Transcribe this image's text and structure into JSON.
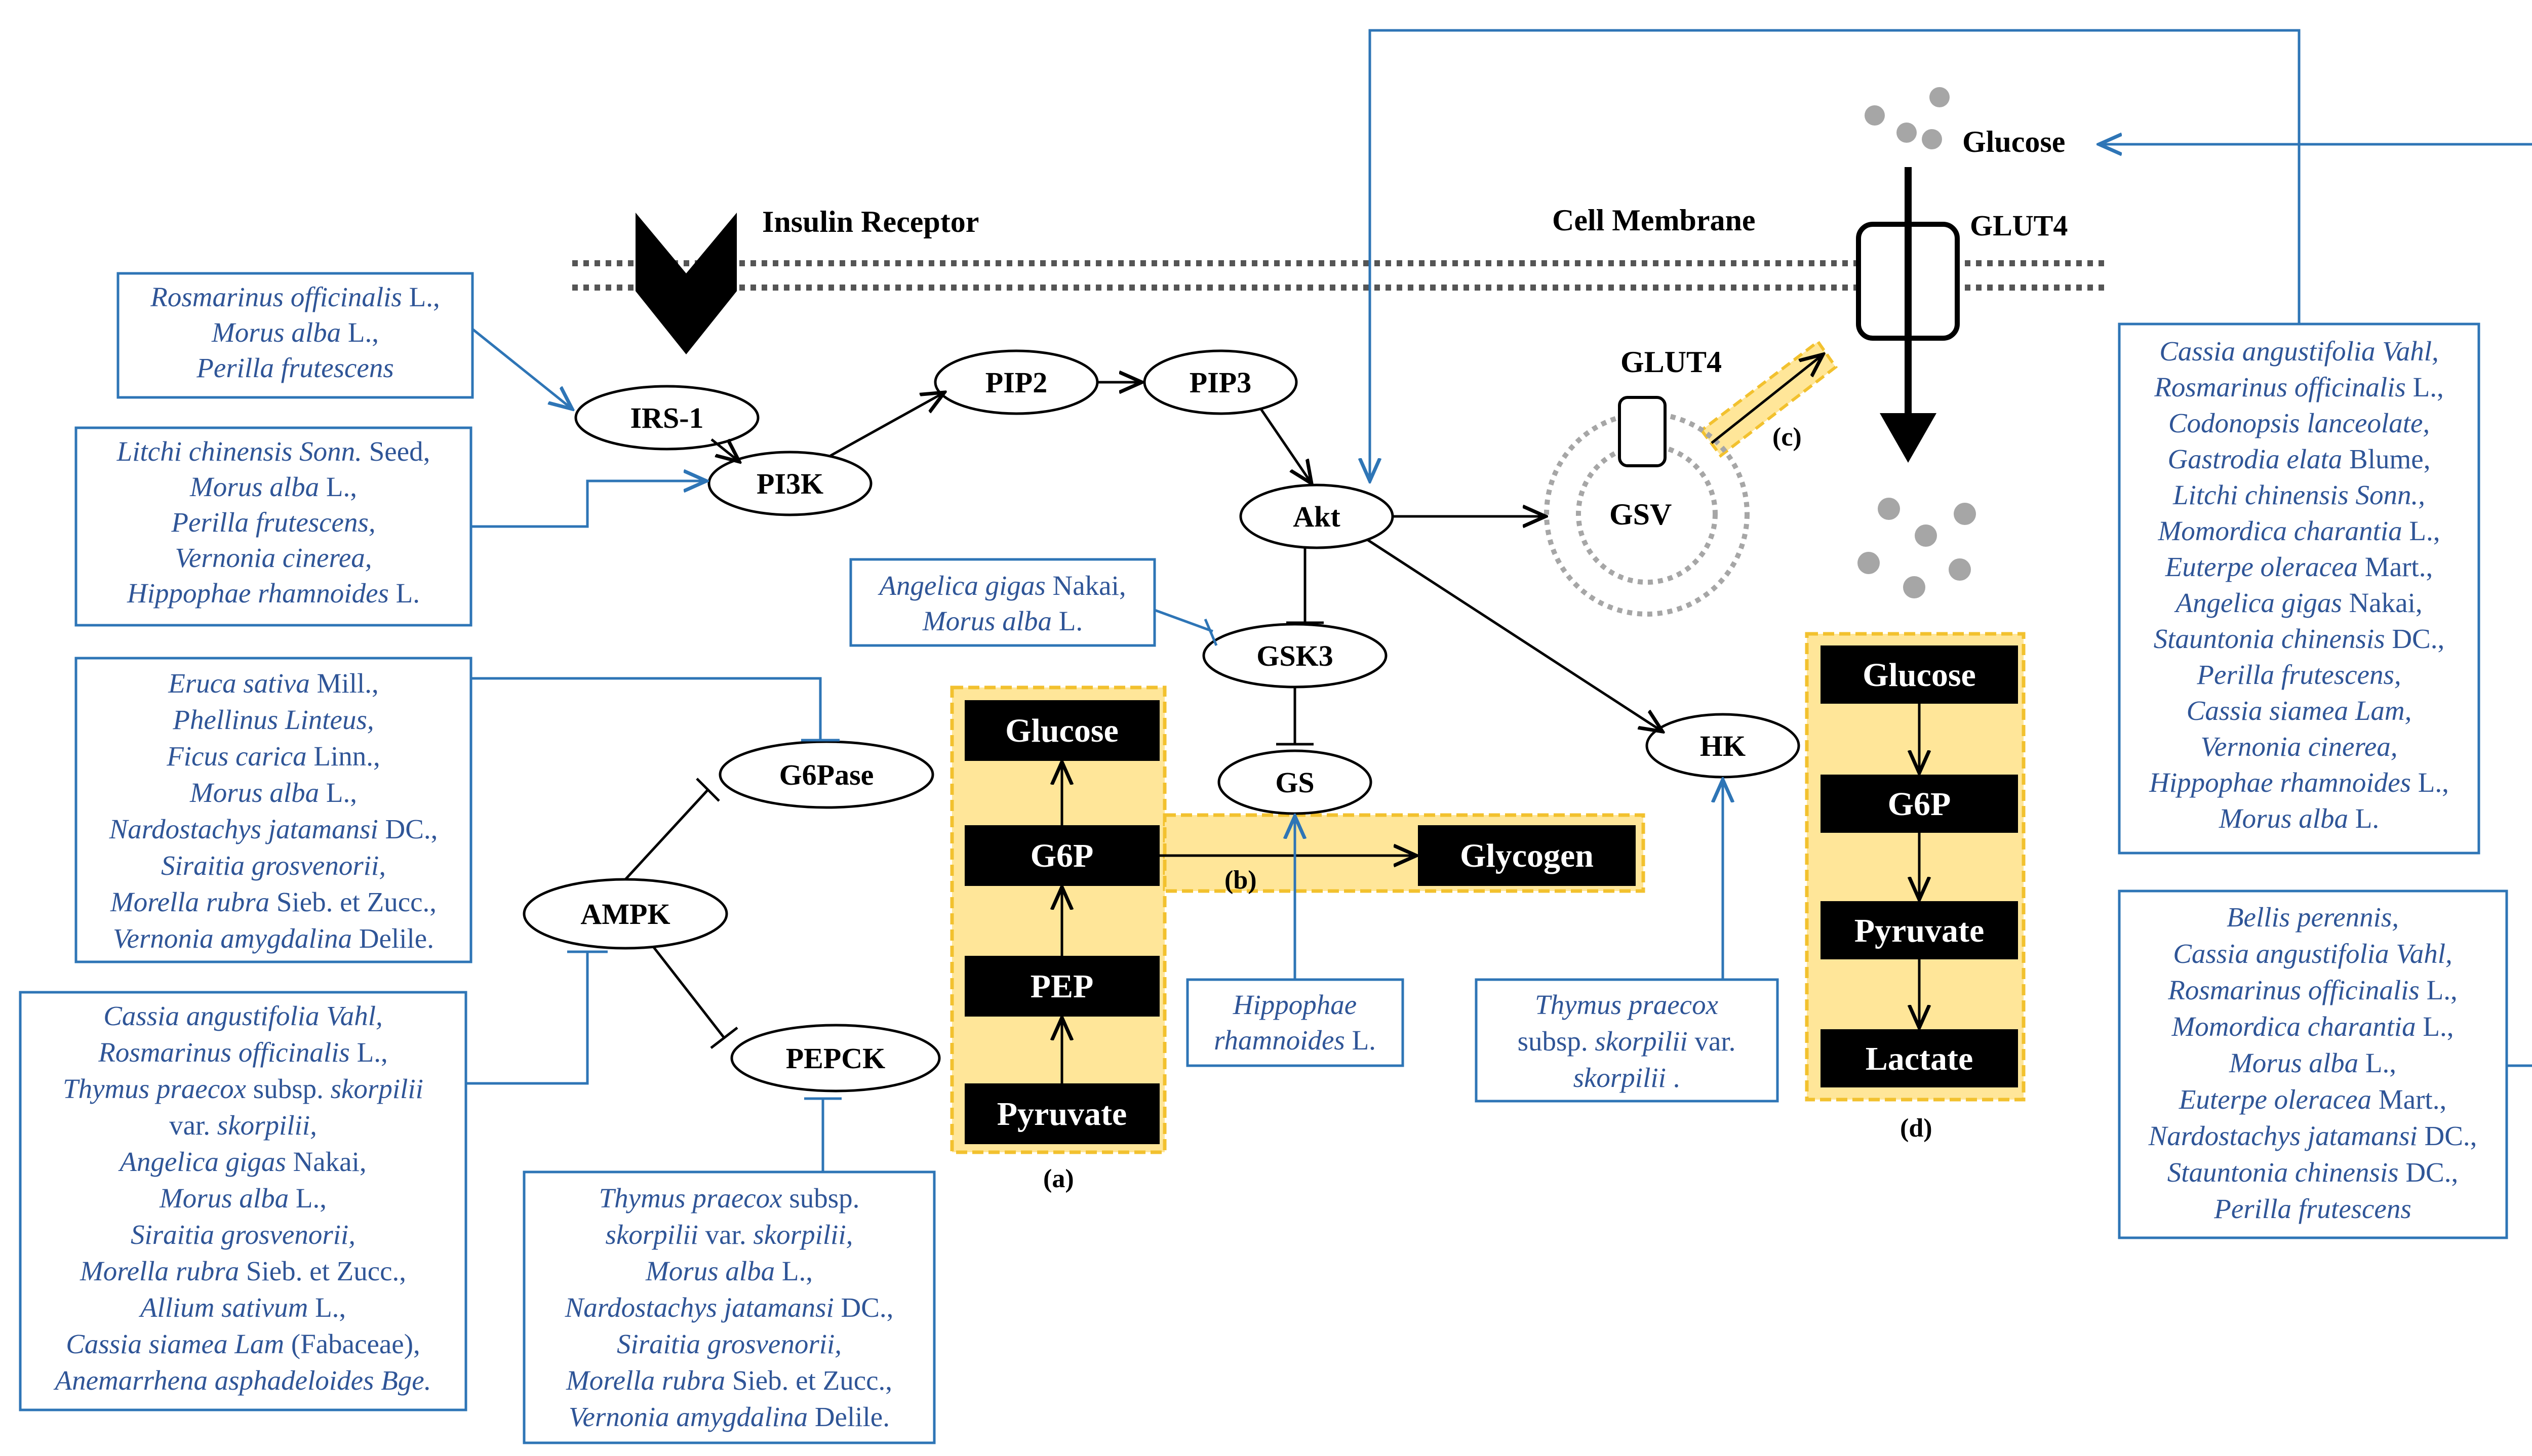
{
  "colors": {
    "plant_text": "#2f5597",
    "arrow_blue": "#2e75b6",
    "highlight": "#ffe699",
    "highlight_border": "#f2c12e",
    "black_box": "#000000",
    "membrane": "#555555",
    "gsv_dots": "#a6a6a6",
    "glucose_dots": "#a6a6a6"
  },
  "labels": {
    "insulin_receptor": "Insulin Receptor",
    "cell_membrane": "Cell Membrane",
    "glucose": "Glucose",
    "glut4_membrane": "GLUT4",
    "glut4_vesicle": "GLUT4",
    "gsv": "GSV",
    "a": "(a)",
    "b": "(b)",
    "c": "(c)",
    "d": "(d)"
  },
  "nodes": {
    "irs1": "IRS-1",
    "pi3k": "PI3K",
    "pip2": "PIP2",
    "pip3": "PIP3",
    "akt": "Akt",
    "gsk3": "GSK3",
    "gs": "GS",
    "hk": "HK",
    "g6pase": "G6Pase",
    "ampk": "AMPK",
    "pepck": "PEPCK"
  },
  "boxes": {
    "a": [
      "Glucose",
      "G6P",
      "PEP",
      "Pyruvate"
    ],
    "glycogen": "Glycogen",
    "d": [
      "Glucose",
      "G6P",
      "Pyruvate",
      "Lactate"
    ]
  },
  "plant_boxes": [
    {
      "id": "irs1",
      "lines": [
        [
          {
            "t": "Rosmarinus officinalis",
            "i": true
          },
          {
            "t": " L.,",
            "i": false
          }
        ],
        [
          {
            "t": "Morus alba",
            "i": true
          },
          {
            "t": " L.,",
            "i": false
          }
        ],
        [
          {
            "t": "Perilla frutescens",
            "i": true
          }
        ]
      ]
    },
    {
      "id": "pi3k",
      "lines": [
        [
          {
            "t": "Litchi chinensis Sonn.",
            "i": true
          },
          {
            "t": " Seed,",
            "i": false
          }
        ],
        [
          {
            "t": "Morus alba",
            "i": true
          },
          {
            "t": " L.,",
            "i": false
          }
        ],
        [
          {
            "t": "Perilla frutescens,",
            "i": true
          }
        ],
        [
          {
            "t": "Vernonia cinerea,",
            "i": true
          }
        ],
        [
          {
            "t": "Hippophae rhamnoides",
            "i": true
          },
          {
            "t": " L.",
            "i": false
          }
        ]
      ]
    },
    {
      "id": "g6pase",
      "lines": [
        [
          {
            "t": "Eruca sativa",
            "i": true
          },
          {
            "t": " Mill.,",
            "i": false
          }
        ],
        [
          {
            "t": "Phellinus Linteus,",
            "i": true
          }
        ],
        [
          {
            "t": "Ficus carica",
            "i": true
          },
          {
            "t": " Linn.,",
            "i": false
          }
        ],
        [
          {
            "t": "Morus alba",
            "i": true
          },
          {
            "t": " L.,",
            "i": false
          }
        ],
        [
          {
            "t": "Nardostachys jatamansi",
            "i": true
          },
          {
            "t": " DC.,",
            "i": false
          }
        ],
        [
          {
            "t": "Siraitia grosvenorii,",
            "i": true
          }
        ],
        [
          {
            "t": "Morella rubra",
            "i": true
          },
          {
            "t": " Sieb. et Zucc.,",
            "i": false
          }
        ],
        [
          {
            "t": "Vernonia amygdalina",
            "i": true
          },
          {
            "t": " Delile.",
            "i": false
          }
        ]
      ]
    },
    {
      "id": "ampk",
      "lines": [
        [
          {
            "t": "Cassia angustifolia Vahl,",
            "i": true
          }
        ],
        [
          {
            "t": "Rosmarinus officinalis",
            "i": true
          },
          {
            "t": " L.,",
            "i": false
          }
        ],
        [
          {
            "t": "Thymus praecox",
            "i": true
          },
          {
            "t": " subsp. ",
            "i": false
          },
          {
            "t": "skorpilii",
            "i": true
          }
        ],
        [
          {
            "t": "var. ",
            "i": false
          },
          {
            "t": "skorpilii,",
            "i": true
          }
        ],
        [
          {
            "t": "Angelica gigas",
            "i": true
          },
          {
            "t": " Nakai,",
            "i": false
          }
        ],
        [
          {
            "t": "Morus alba",
            "i": true
          },
          {
            "t": " L.,",
            "i": false
          }
        ],
        [
          {
            "t": "Siraitia grosvenorii,",
            "i": true
          }
        ],
        [
          {
            "t": "Morella rubra",
            "i": true
          },
          {
            "t": " Sieb. et Zucc.,",
            "i": false
          }
        ],
        [
          {
            "t": "Allium sativum",
            "i": true
          },
          {
            "t": " L.,",
            "i": false
          }
        ],
        [
          {
            "t": "Cassia siamea Lam",
            "i": true
          },
          {
            "t": " (Fabaceae),",
            "i": false
          }
        ],
        [
          {
            "t": "Anemarrhena asphadeloides Bge.",
            "i": true
          }
        ]
      ]
    },
    {
      "id": "pepck",
      "lines": [
        [
          {
            "t": "Thymus praecox",
            "i": true
          },
          {
            "t": " subsp.",
            "i": false
          }
        ],
        [
          {
            "t": "skorpilii",
            "i": true
          },
          {
            "t": " var. ",
            "i": false
          },
          {
            "t": "skorpilii,",
            "i": true
          }
        ],
        [
          {
            "t": "Morus alba",
            "i": true
          },
          {
            "t": " L.,",
            "i": false
          }
        ],
        [
          {
            "t": "Nardostachys jatamansi",
            "i": true
          },
          {
            "t": " DC.,",
            "i": false
          }
        ],
        [
          {
            "t": "Siraitia grosvenorii,",
            "i": true
          }
        ],
        [
          {
            "t": "Morella rubra",
            "i": true
          },
          {
            "t": " Sieb. et Zucc.,",
            "i": false
          }
        ],
        [
          {
            "t": "Vernonia amygdalina",
            "i": true
          },
          {
            "t": " Delile.",
            "i": false
          }
        ]
      ]
    },
    {
      "id": "gsk3",
      "lines": [
        [
          {
            "t": "Angelica gigas",
            "i": true
          },
          {
            "t": " Nakai,",
            "i": false
          }
        ],
        [
          {
            "t": "Morus alba",
            "i": true
          },
          {
            "t": " L.",
            "i": false
          }
        ]
      ]
    },
    {
      "id": "gs",
      "lines": [
        [
          {
            "t": "Hippophae",
            "i": true
          }
        ],
        [
          {
            "t": "rhamnoides",
            "i": true
          },
          {
            "t": " L.",
            "i": false
          }
        ]
      ]
    },
    {
      "id": "hk",
      "lines": [
        [
          {
            "t": "Thymus praecox",
            "i": true
          }
        ],
        [
          {
            "t": "subsp. ",
            "i": false
          },
          {
            "t": " skorpilii",
            "i": true
          },
          {
            "t": " var.",
            "i": false
          }
        ],
        [
          {
            "t": "skorpilii",
            "i": true
          },
          {
            "t": " .",
            "i": false
          }
        ]
      ]
    },
    {
      "id": "akt",
      "lines": [
        [
          {
            "t": "Cassia angustifolia Vahl,",
            "i": true
          }
        ],
        [
          {
            "t": "Rosmarinus officinalis",
            "i": true
          },
          {
            "t": " L.,",
            "i": false
          }
        ],
        [
          {
            "t": "Codonopsis lanceolate,",
            "i": true
          }
        ],
        [
          {
            "t": "Gastrodia elata",
            "i": true
          },
          {
            "t": " Blume,",
            "i": false
          }
        ],
        [
          {
            "t": "Litchi chinensis Sonn.,",
            "i": true
          }
        ],
        [
          {
            "t": "Momordica charantia",
            "i": true
          },
          {
            "t": " L.,",
            "i": false
          }
        ],
        [
          {
            "t": "Euterpe oleracea",
            "i": true
          },
          {
            "t": " Mart.,",
            "i": false
          }
        ],
        [
          {
            "t": "Angelica gigas",
            "i": true
          },
          {
            "t": " Nakai,",
            "i": false
          }
        ],
        [
          {
            "t": "Stauntonia chinensis",
            "i": true
          },
          {
            "t": " DC.,",
            "i": false
          }
        ],
        [
          {
            "t": "Perilla frutescens,",
            "i": true
          }
        ],
        [
          {
            "t": "Cassia siamea Lam,",
            "i": true
          }
        ],
        [
          {
            "t": "Vernonia cinerea,",
            "i": true
          }
        ],
        [
          {
            "t": "Hippophae rhamnoides",
            "i": true
          },
          {
            "t": " L.,",
            "i": false
          }
        ],
        [
          {
            "t": "Morus alba",
            "i": true
          },
          {
            "t": " L.",
            "i": false
          }
        ]
      ]
    },
    {
      "id": "glucose",
      "lines": [
        [
          {
            "t": "Bellis perennis,",
            "i": true
          }
        ],
        [
          {
            "t": "Cassia angustifolia Vahl,",
            "i": true
          }
        ],
        [
          {
            "t": "Rosmarinus officinalis",
            "i": true
          },
          {
            "t": " L.,",
            "i": false
          }
        ],
        [
          {
            "t": "Momordica charantia",
            "i": true
          },
          {
            "t": " L.,",
            "i": false
          }
        ],
        [
          {
            "t": "Morus alba",
            "i": true
          },
          {
            "t": " L.,",
            "i": false
          }
        ],
        [
          {
            "t": "Euterpe oleracea",
            "i": true
          },
          {
            "t": " Mart.,",
            "i": false
          }
        ],
        [
          {
            "t": "Nardostachys jatamansi",
            "i": true
          },
          {
            "t": " DC.,",
            "i": false
          }
        ],
        [
          {
            "t": "Stauntonia chinensis",
            "i": true
          },
          {
            "t": " DC.,",
            "i": false
          }
        ],
        [
          {
            "t": "Perilla frutescens",
            "i": true
          }
        ]
      ]
    }
  ]
}
